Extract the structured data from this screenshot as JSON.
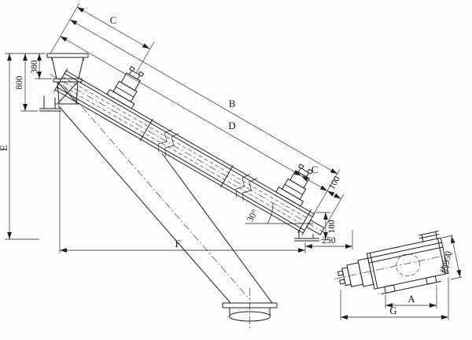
{
  "colors": {
    "background": "#fdfdfb",
    "line": "#1f1f1f",
    "text": "#141414"
  },
  "labels": {
    "c_top": "C",
    "b": "B",
    "d": "D",
    "c_right": "C",
    "offset_100": "100",
    "height_800": "800",
    "width_380": "380",
    "e": "E",
    "f": "F",
    "span_250": "250",
    "support_180": "180",
    "angle_30": "30°",
    "a": "A",
    "g": "G",
    "approx_950": "約950"
  }
}
